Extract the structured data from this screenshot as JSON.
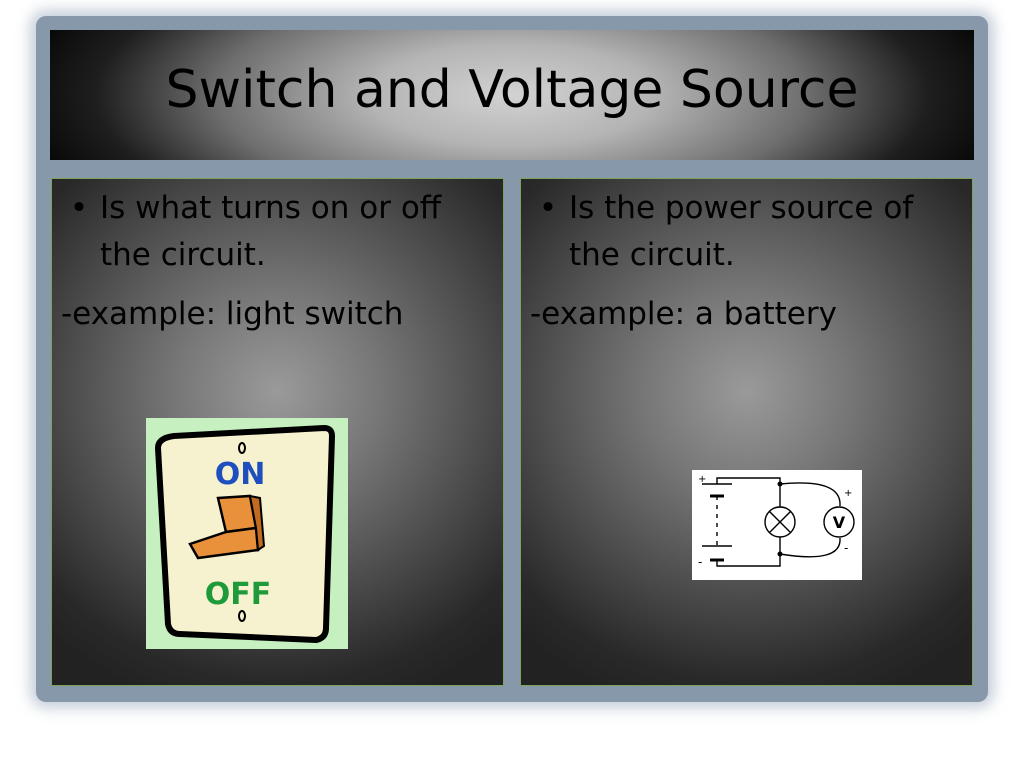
{
  "slide": {
    "title": "Switch and Voltage Source",
    "left": {
      "bullet": "Is what turns on or off the circuit.",
      "example": "-example: light switch",
      "switch_on_label": "ON",
      "switch_off_label": "OFF"
    },
    "right": {
      "bullet": "Is the power source of the circuit.",
      "example": "-example: a battery",
      "meter_label": "V",
      "plus_sign": "+",
      "minus_sign": "-"
    }
  },
  "colors": {
    "frame": "#8898ab",
    "panel_border": "#7fa25a",
    "switch_bg": "#c6f0c0",
    "switch_plate": "#f6f2cf",
    "on_text": "#1f4fbf",
    "off_text": "#1f9a3a",
    "toggle": "#e8903a"
  },
  "icons": {
    "switch": "light-switch-icon",
    "circuit": "circuit-diagram-icon"
  }
}
